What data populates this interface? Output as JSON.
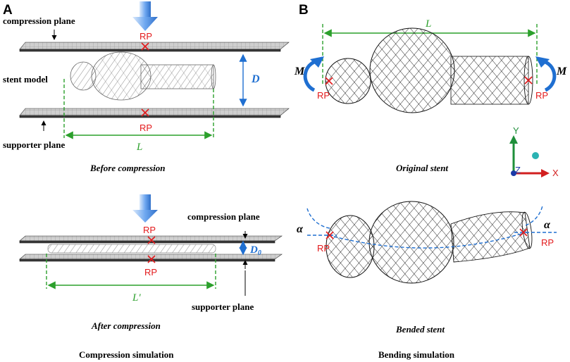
{
  "panels": {
    "a_letter": "A",
    "b_letter": "B"
  },
  "panel_a": {
    "compression_plane_top": "compression plane",
    "stent_model": "stent model",
    "supporter_plane_top": "supporter plane",
    "rp_top_1": "RP",
    "rp_top_2": "RP",
    "dim_D": "D",
    "dim_L": "L",
    "caption_before": "Before compression",
    "compression_plane_bottom": "compression plane",
    "supporter_plane_bottom": "supporter plane",
    "rp_bottom_1": "RP",
    "rp_bottom_2": "RP",
    "dim_D0": "D",
    "dim_D0_sub": "0",
    "dim_Lprime": "L'",
    "caption_after": "After  compression",
    "footer": "Compression simulation"
  },
  "panel_b": {
    "dim_L": "L",
    "moment_left": "M",
    "moment_right": "M",
    "rp_left_top": "RP",
    "rp_right_top": "RP",
    "axis_y": "Y",
    "axis_x": "X",
    "axis_z": "Z",
    "caption_original": "Original stent",
    "alpha_left": "α",
    "alpha_right": "α",
    "rp_left_bottom": "RP",
    "rp_right_bottom": "RP",
    "caption_bended": "Bended stent",
    "footer": "Bending simulation"
  },
  "colors": {
    "dimension_green": "#2ca02c",
    "dimension_blue": "#1f6fd1",
    "reference_point_red": "#e31a1c",
    "plate_dark": "#3a3a3a",
    "arrow_blue": "#6fa8f0"
  },
  "icons": [
    "down-arrow-icon",
    "moment-arrow-icon",
    "axis-triad-icon"
  ]
}
